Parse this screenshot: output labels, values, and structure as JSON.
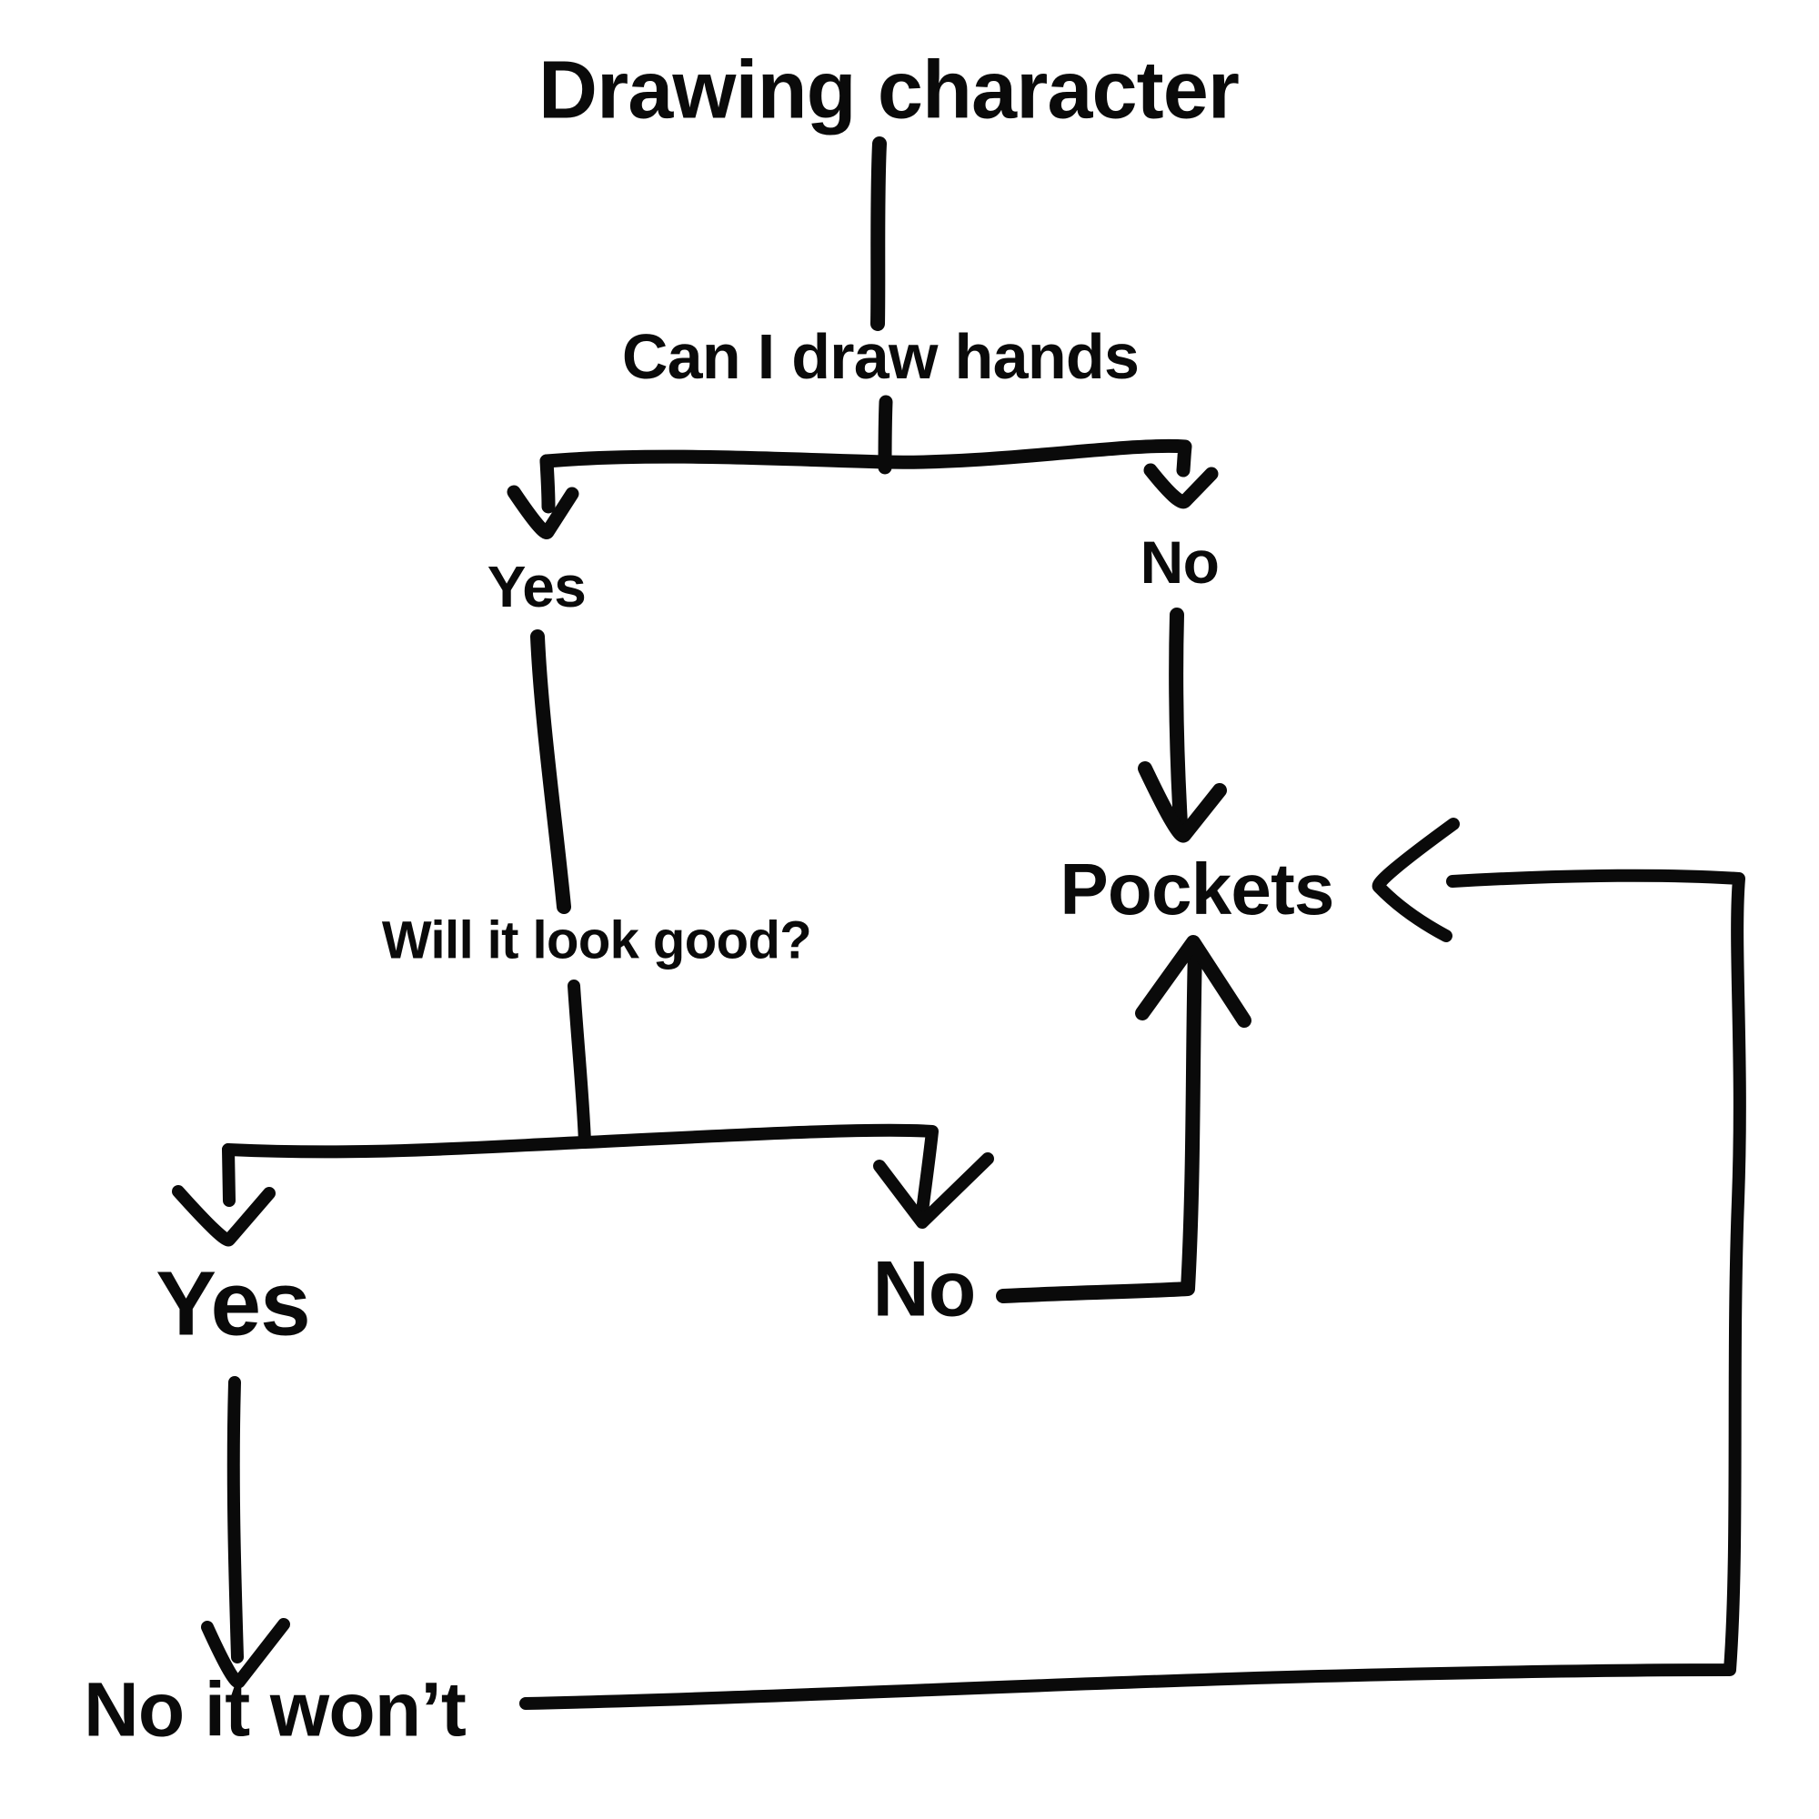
{
  "canvas": {
    "background_color": "#ffffff",
    "ink_color": "#0a0a0a"
  },
  "flowchart": {
    "title": "Drawing character",
    "question1": "Can I draw hands",
    "q1_yes_label": "Yes",
    "q1_no_label": "No",
    "question2": "Will it look good?",
    "q2_yes_label": "Yes",
    "q2_no_label": "No",
    "pockets_label": "Pockets",
    "outcome_label": "No it won’t"
  }
}
